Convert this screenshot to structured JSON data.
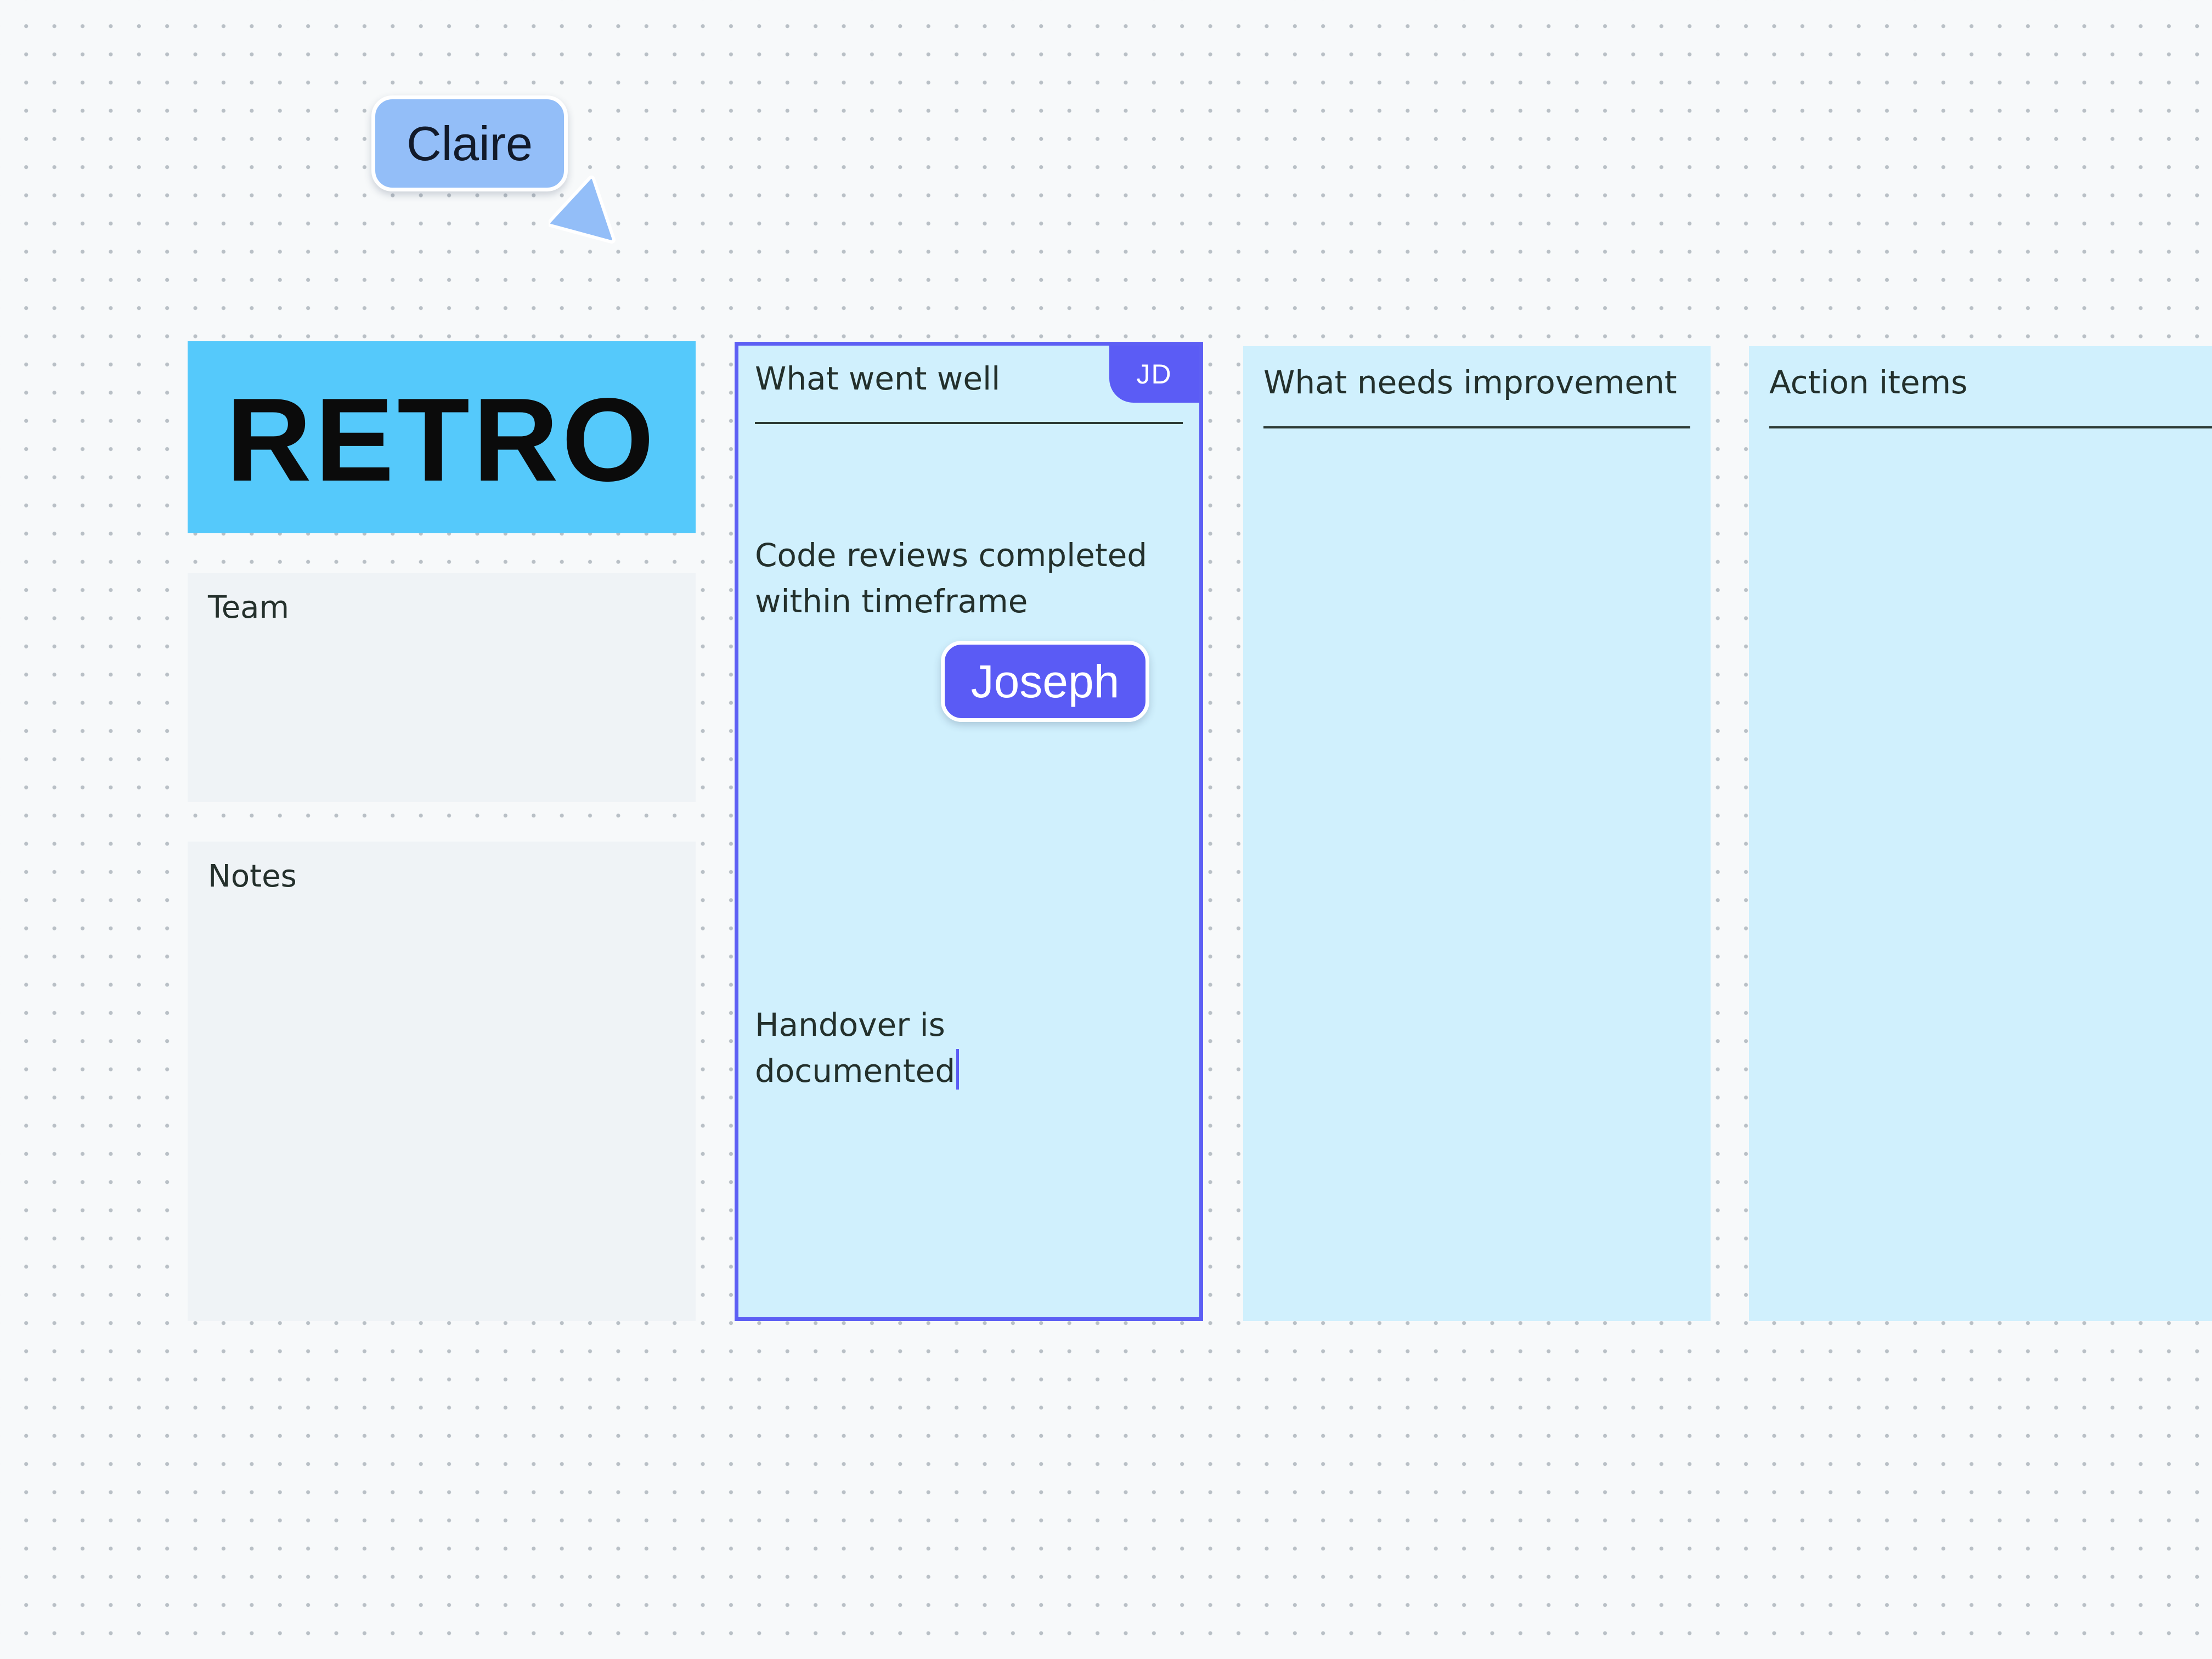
{
  "board": {
    "title": "RETRO",
    "sections": {
      "team": "Team",
      "notes": "Notes"
    }
  },
  "columns": [
    {
      "title": "What went well",
      "badge": "JD",
      "notes": [
        "Code reviews completed",
        "within timeframe",
        "Handover is",
        "documented"
      ]
    },
    {
      "title": "What needs improvement"
    },
    {
      "title": "Action items"
    }
  ],
  "cursors": {
    "claire": {
      "name": "Claire",
      "color": "#93bef8"
    },
    "joseph": {
      "name": "Joseph",
      "color": "#5a5bf5"
    }
  },
  "colors": {
    "banner": "#55c9fb",
    "column_bg": "#d0f0fd",
    "grey_box": "#eff3f6",
    "selection": "#5d5ff4"
  }
}
